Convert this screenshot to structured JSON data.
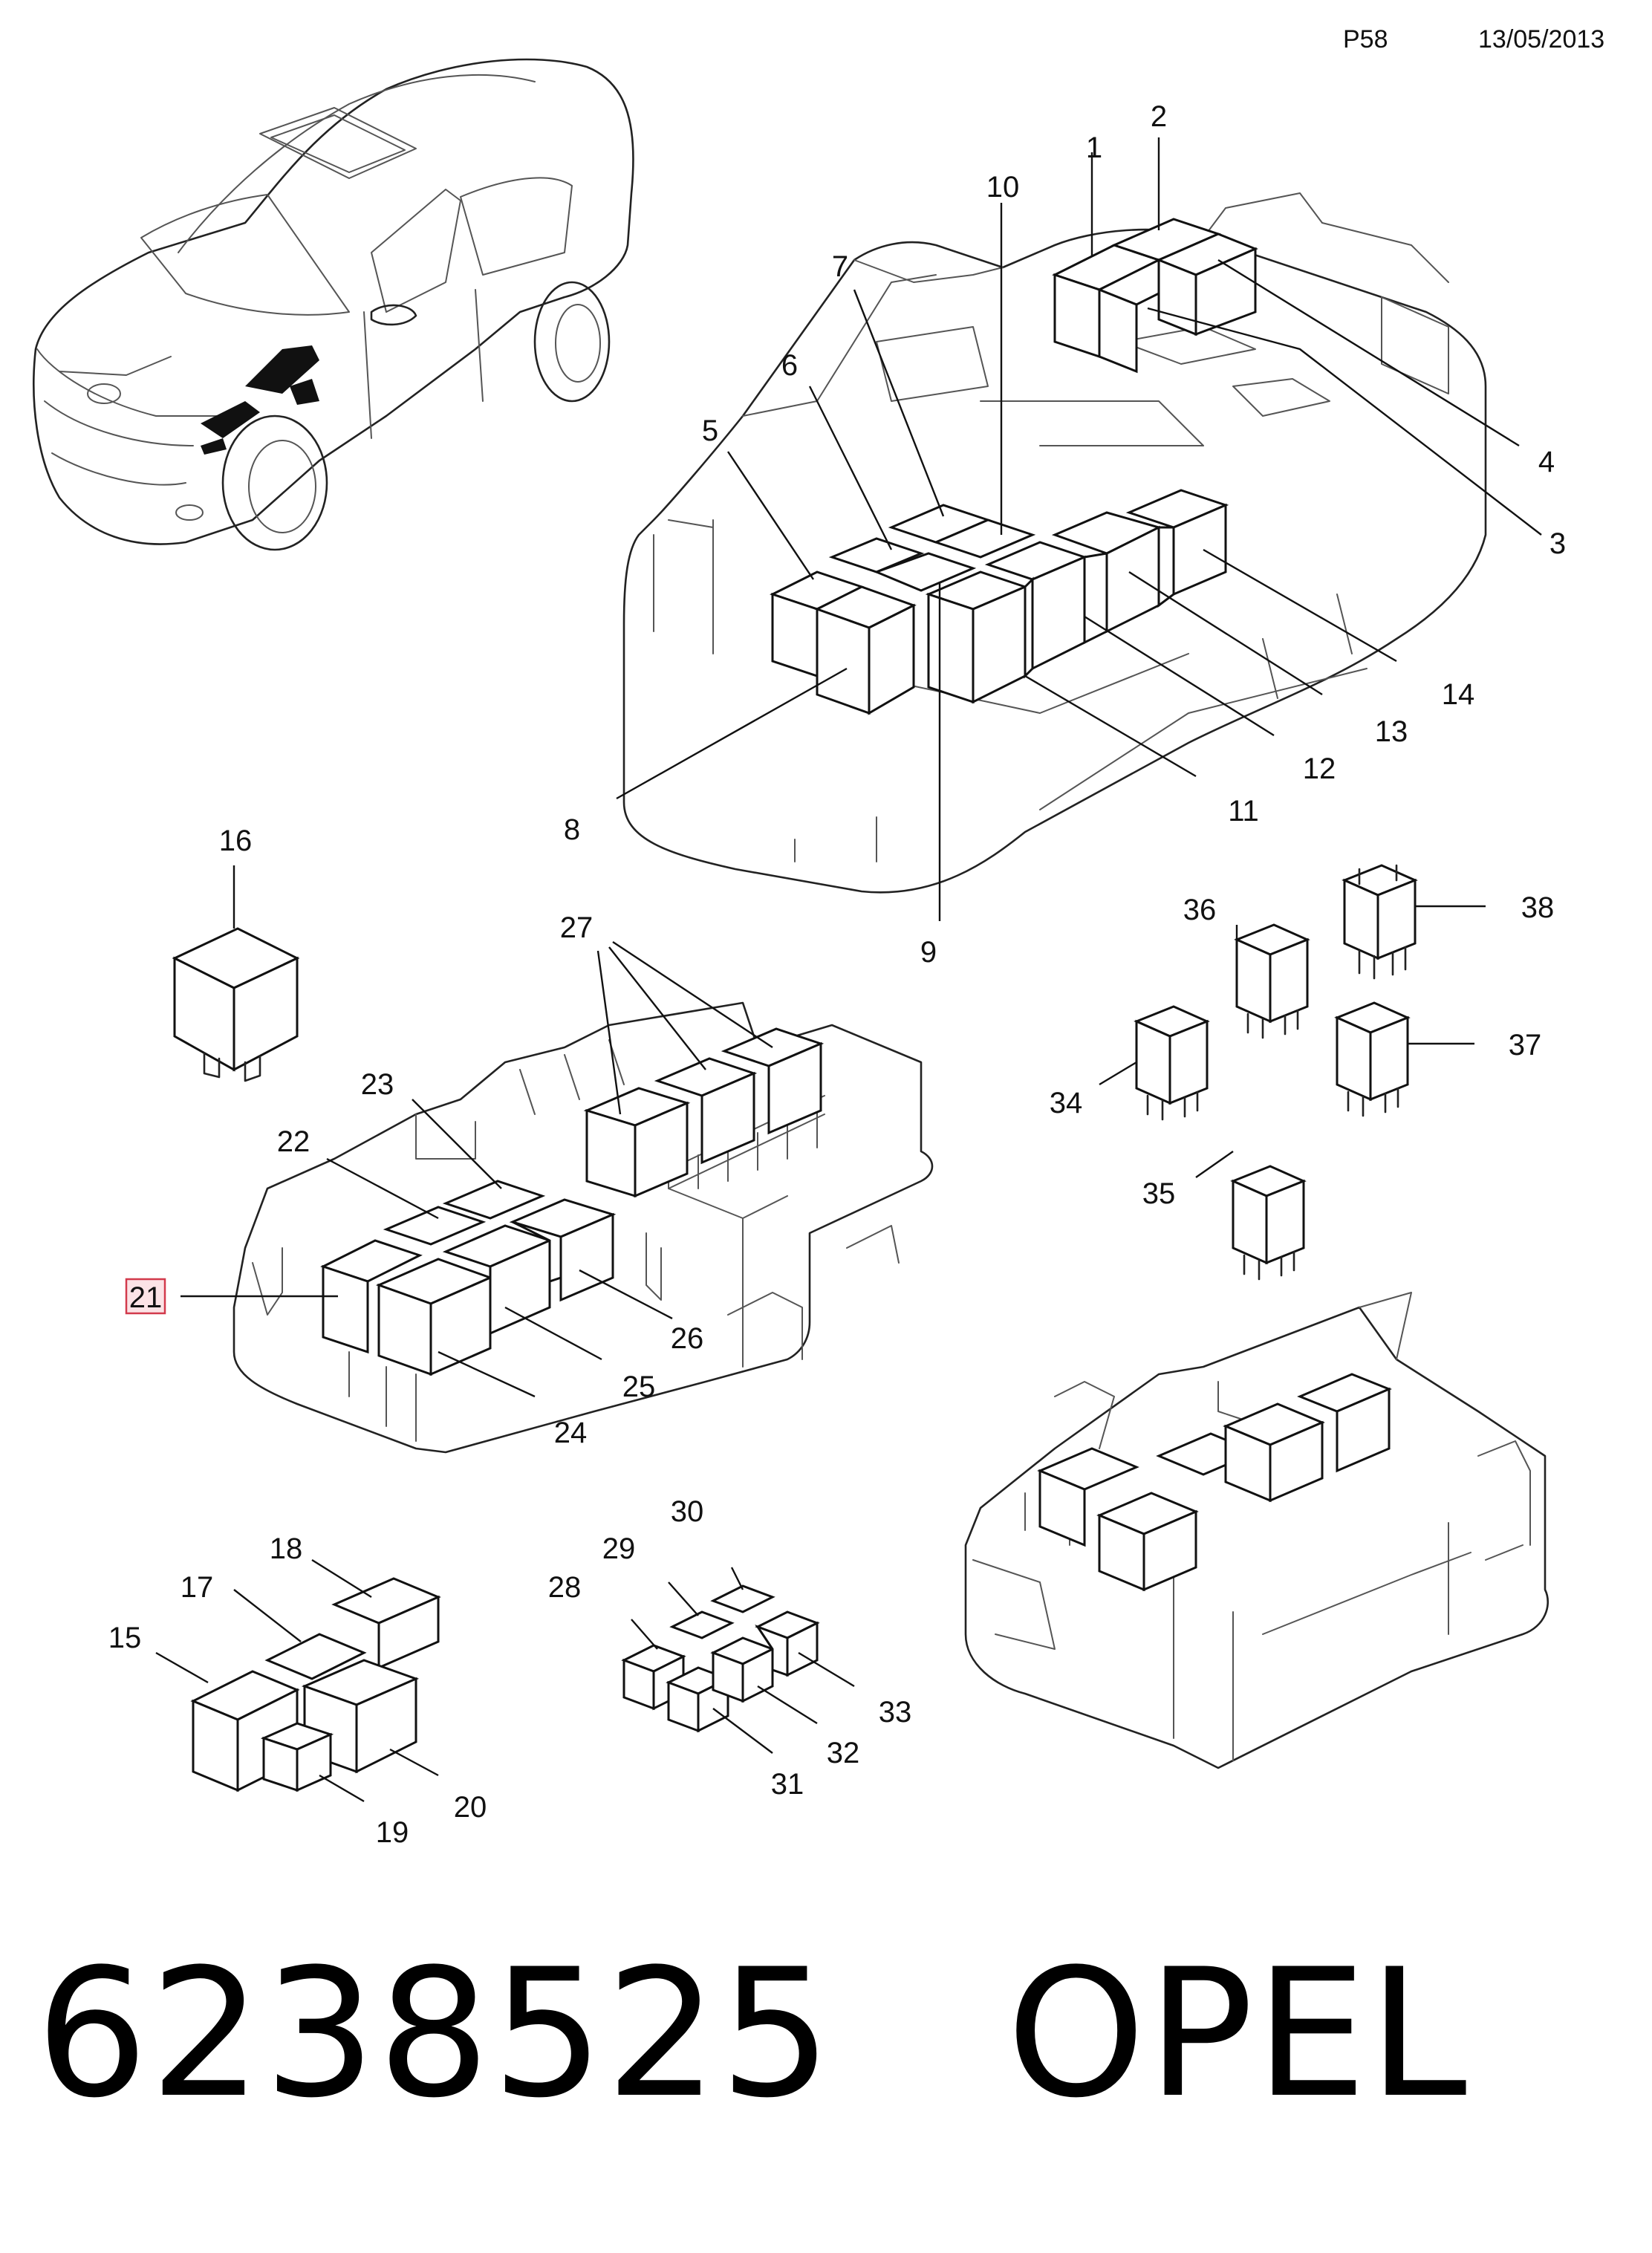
{
  "header": {
    "page_code": "P58",
    "date": "13/05/2013"
  },
  "callouts": [
    "1",
    "2",
    "3",
    "4",
    "5",
    "6",
    "7",
    "8",
    "9",
    "10",
    "11",
    "12",
    "13",
    "14",
    "15",
    "16",
    "17",
    "18",
    "19",
    "20",
    "21",
    "22",
    "23",
    "24",
    "25",
    "26",
    "27",
    "28",
    "29",
    "30",
    "31",
    "32",
    "33",
    "34",
    "35",
    "36",
    "37",
    "38"
  ],
  "highlighted_callout": "21",
  "footer": {
    "part_number": "6238525",
    "brand": "OPEL"
  }
}
